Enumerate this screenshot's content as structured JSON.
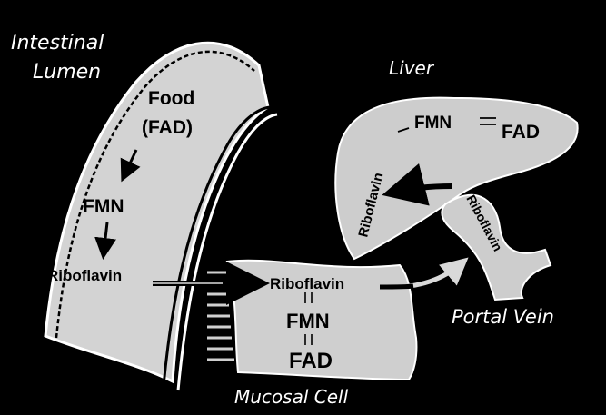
{
  "regions": {
    "intestinal_lumen_line1": "Intestinal",
    "intestinal_lumen_line2": "Lumen",
    "liver": "Liver",
    "portal_vein": "Portal Vein",
    "mucosal_cell": "Mucosal Cell"
  },
  "lumen": {
    "food_line1": "Food",
    "food_line2": "(FAD)",
    "fmn": "FMN",
    "riboflavin": "Riboflavin"
  },
  "mucosal_cell": {
    "riboflavin": "Riboflavin",
    "fmn": "FMN",
    "fad": "FAD"
  },
  "liver": {
    "fmn": "FMN",
    "fad": "FAD",
    "riboflavin": "Riboflavin"
  },
  "portal_vein": {
    "riboflavin": "Riboflavin"
  },
  "colors": {
    "background": "#000000",
    "tissue": "#d2d2d2",
    "tissue_edge": "#ffffff",
    "text_dark": "#000000",
    "text_light": "#ffffff"
  }
}
